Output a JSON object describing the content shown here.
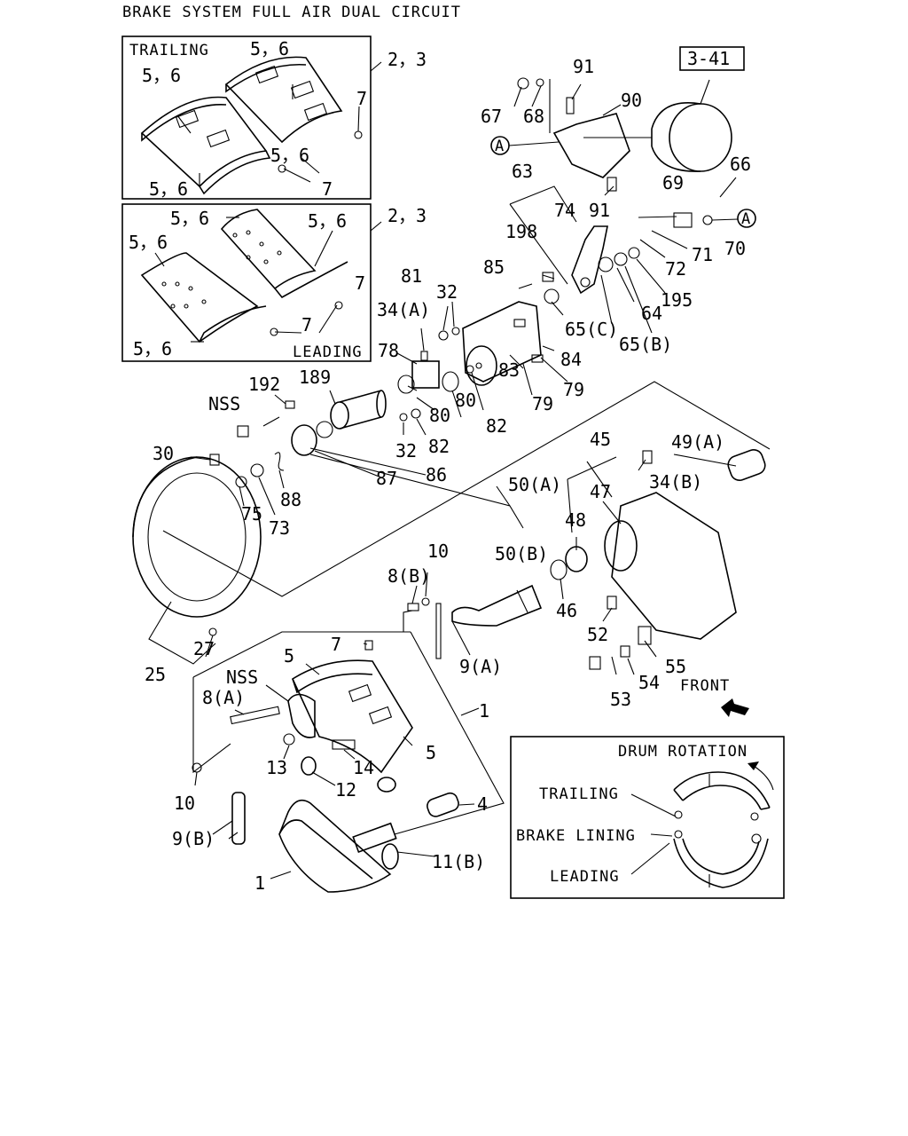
{
  "title": "BRAKE SYSTEM FULL AIR DUAL CIRCUIT",
  "ref_box": "3-41",
  "trailing_box": {
    "heading": "TRAILING"
  },
  "leading_box": {
    "heading": "LEADING"
  },
  "drum_box": {
    "heading": "DRUM ROTATION",
    "trailing": "TRAILING",
    "brake_lining": "BRAKE LINING",
    "leading": "LEADING"
  },
  "front_label": "FRONT",
  "circle_marker": "A",
  "labels": {
    "l56a": "5，6",
    "l56b": "5，6",
    "l56c": "5，6",
    "l56d": "5，6",
    "l23a": "2，3",
    "l7a": "7",
    "l7b": "7",
    "l56e": "5，6",
    "l56f": "5，6",
    "l56g": "5，6",
    "l56h": "5，6",
    "l23b": "2，3",
    "l7c": "7",
    "l7d": "7",
    "l91a": "91",
    "l67": "67",
    "l68": "68",
    "l90": "90",
    "l63": "63",
    "l74": "74",
    "l91b": "91",
    "l69": "69",
    "l66": "66",
    "l71": "71",
    "l70": "70",
    "l72": "72",
    "l198": "198",
    "l195": "195",
    "l85": "85",
    "l64": "64",
    "l65c": "65(C)",
    "l65b": "65(B)",
    "l81": "81",
    "l32a": "32",
    "l34a": "34(A)",
    "l84": "84",
    "l78": "78",
    "l83": "83",
    "l79a": "79",
    "l79b": "79",
    "l192": "192",
    "l189": "189",
    "l80a": "80",
    "l80b": "80",
    "l82a": "82",
    "l82b": "82",
    "l32b": "32",
    "lnss1": "NSS",
    "l30": "30",
    "l87": "87",
    "l86": "86",
    "l88": "88",
    "l75": "75",
    "l73": "73",
    "l50a": "50(A)",
    "l45": "45",
    "l49a": "49(A)",
    "l34b": "34(B)",
    "l47": "47",
    "l48": "48",
    "l50b": "50(B)",
    "l46": "46",
    "l10a": "10",
    "l8b": "8(B)",
    "l52": "52",
    "l9a": "9(A)",
    "l55": "55",
    "l54": "54",
    "l53": "53",
    "l25": "25",
    "l27": "27",
    "l7e": "7",
    "l5a": "5",
    "lnss2": "NSS",
    "l8a": "8(A)",
    "l1a": "1",
    "l13": "13",
    "l14": "14",
    "l5b": "5",
    "l12": "12",
    "l10b": "10",
    "l4": "4",
    "l9b": "9(B)",
    "l11b": "11(B)",
    "l1b": "1"
  }
}
